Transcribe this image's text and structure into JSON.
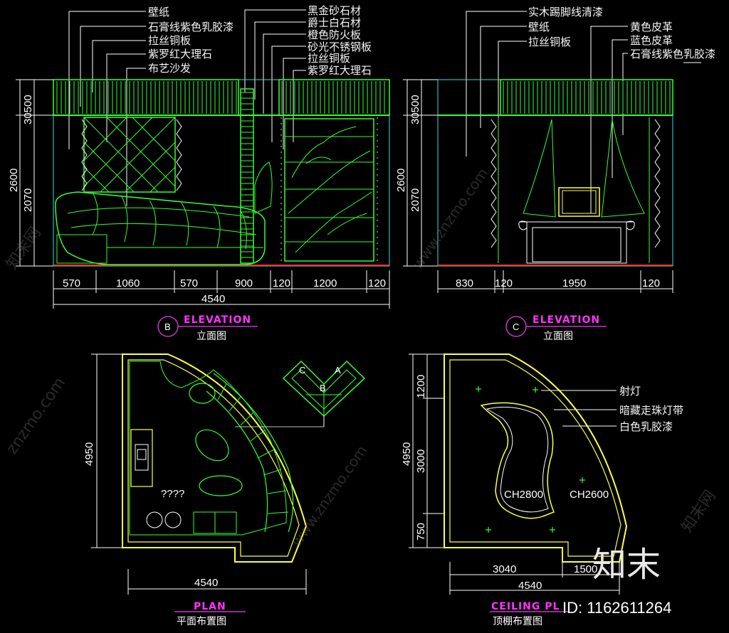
{
  "elevation_b": {
    "left_labels": [
      "壁纸",
      "石膏线紫色乳胶漆",
      "拉丝铜板",
      "紫罗红大理石",
      "布艺沙发"
    ],
    "right_labels": [
      "黑金砂石材",
      "爵士白石材",
      "橙色防火板",
      "砂光不锈钢板",
      "拉丝铜板",
      "紫罗红大理石"
    ],
    "v_dims": [
      "30500",
      "2600",
      "2070"
    ],
    "h_dims": [
      "570",
      "1060",
      "570",
      "900",
      "120",
      "1200",
      "120"
    ],
    "total": "4540",
    "marker": "B",
    "title": "ELEVATION",
    "subtitle": "立面图"
  },
  "elevation_c": {
    "left_labels": [
      "实木踢脚线清漆",
      "壁纸",
      "拉丝铜板"
    ],
    "right_labels": [
      "黄色皮革",
      "蓝色皮革",
      "石膏线紫色乳胶漆"
    ],
    "v_dims": [
      "30500",
      "2600",
      "2070"
    ],
    "h_dims": [
      "830",
      "120",
      "1950",
      "120"
    ],
    "marker": "C",
    "title": "ELEVATION",
    "subtitle": "立面图"
  },
  "plan": {
    "v_dim": "4950",
    "h_dim": "4540",
    "unknown_label": "????",
    "title": "PLAN",
    "subtitle": "平面布置图",
    "key_letters": [
      "C",
      "A",
      "B"
    ]
  },
  "ceiling": {
    "labels": [
      "射灯",
      "暗藏走珠灯带",
      "白色乳胶漆"
    ],
    "v_dims": [
      "1200",
      "4950",
      "3000",
      "750"
    ],
    "h_dims": [
      "3040",
      "1500"
    ],
    "total": "4540",
    "heights": [
      "CH2800",
      "CH2600"
    ],
    "title": "CEILING PL",
    "subtitle": "顶棚布置图"
  },
  "watermark": {
    "brand": "知末",
    "id": "ID: 1162611264",
    "site": "www.znzmo.com",
    "site_short": "znzmo.com",
    "cn": "知末网"
  }
}
